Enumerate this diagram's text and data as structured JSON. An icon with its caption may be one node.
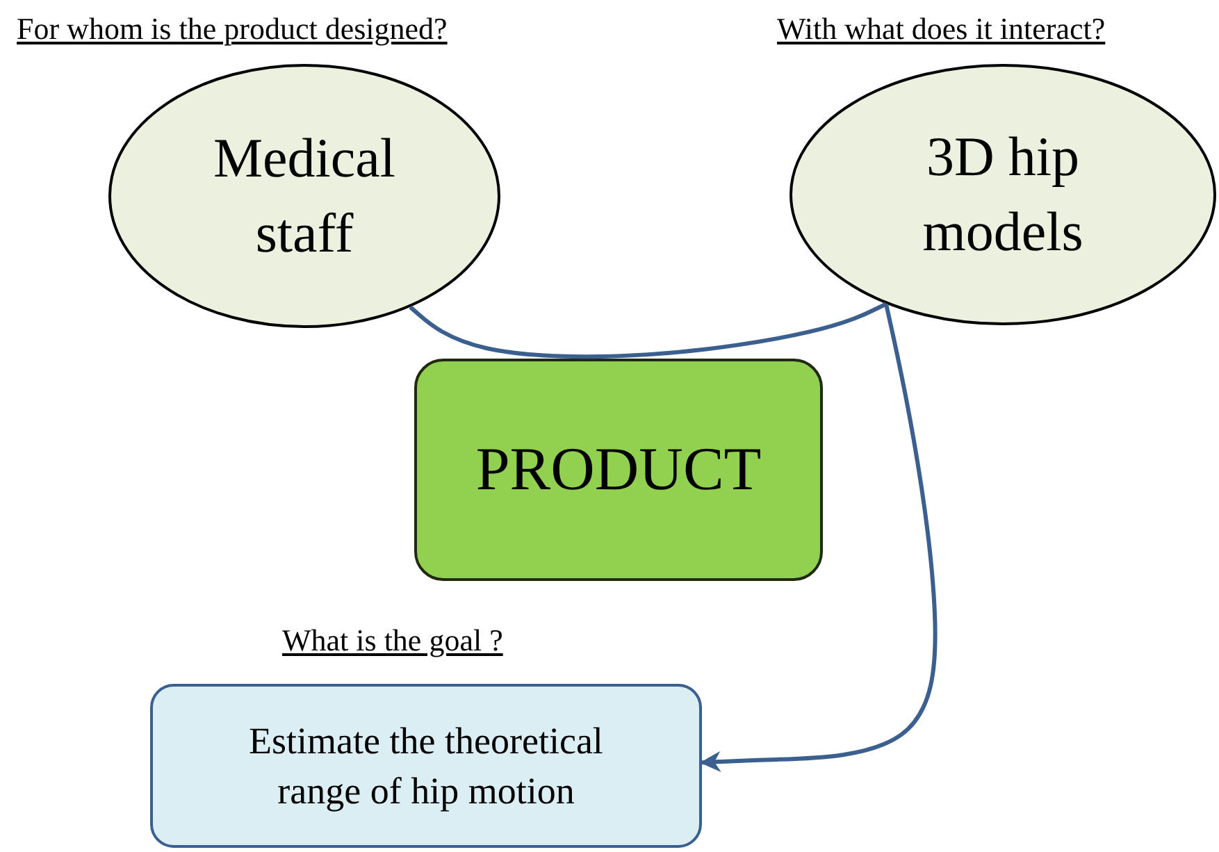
{
  "diagram": {
    "nodes": [
      {
        "text": [
          "Medical staff"
        ],
        "beside": [
          "For whom is the product designed?"
        ]
      },
      {
        "text": [
          "3D hip models"
        ],
        "beside": [
          "With what does it interact?"
        ]
      },
      {
        "text": [
          "PRODUCT"
        ]
      },
      {
        "text": [
          "Estimate the theoretical range of hip motion"
        ],
        "beside": [
          "What is the goal ?"
        ]
      }
    ],
    "edges": [
      {
        "from": 0,
        "to": 1,
        "arrow": "none"
      },
      {
        "from": 1,
        "to": 3,
        "arrow": "to"
      }
    ]
  }
}
